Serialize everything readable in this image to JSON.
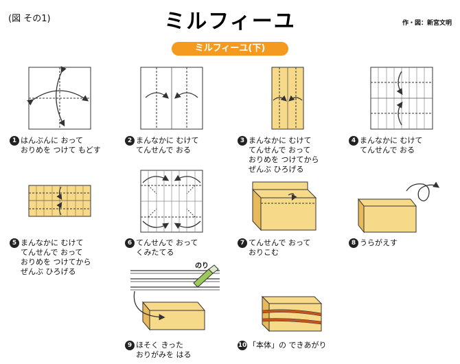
{
  "header": {
    "figure_label": "(図 その1)",
    "title": "ミルフィーユ",
    "credit": "作・図：新宮文明",
    "banner": "ミルフィーユ(下)"
  },
  "glue_label": "のり",
  "steps": [
    {
      "num": "1",
      "lines": [
        "はんぶんに おって",
        "おりめを つけて もどす"
      ]
    },
    {
      "num": "2",
      "lines": [
        "まんなかに むけて",
        "てんせんで おる"
      ]
    },
    {
      "num": "3",
      "lines": [
        "まんなかに むけて",
        "てんせんで おって",
        "おりめを つけてから",
        "ぜんぶ ひろげる"
      ]
    },
    {
      "num": "4",
      "lines": [
        "まんなかに むけて",
        "てんせんで おる"
      ]
    },
    {
      "num": "5",
      "lines": [
        "まんなかに むけて",
        "てんせんで おって",
        "おりめを つけてから",
        "ぜんぶ ひろげる"
      ]
    },
    {
      "num": "6",
      "lines": [
        "てんせんで おって",
        "くみたてる"
      ]
    },
    {
      "num": "7",
      "lines": [
        "てんせんで おって",
        "おりこむ"
      ]
    },
    {
      "num": "8",
      "lines": [
        "うらがえす"
      ]
    },
    {
      "num": "9",
      "lines": [
        "ほそく きった",
        "おりがみを はる"
      ]
    },
    {
      "num": "10",
      "lines": [
        "「本体」の できあがり"
      ]
    }
  ],
  "colors": {
    "paper": "#f7d98a",
    "paper_dark": "#e7b95a",
    "banner": "#f49a1f",
    "glue_stick": "#9bc95a",
    "line": "#333333"
  }
}
